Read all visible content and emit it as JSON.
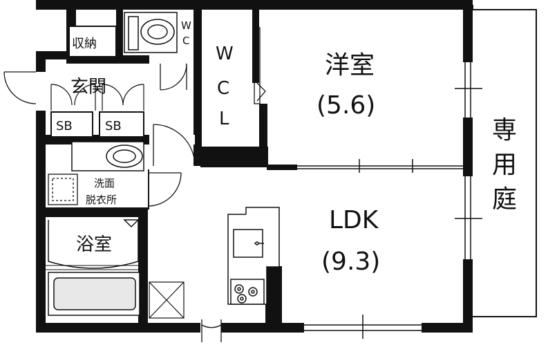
{
  "rooms": {
    "western_room": {
      "name": "洋室",
      "size": "(5.6)"
    },
    "ldk": {
      "name": "LDK",
      "size": "(9.3)"
    },
    "wcl": "W\nC\nL",
    "wc": "W\nC",
    "storage": "収納",
    "entrance": "玄関",
    "shoe_box_left": "SB",
    "shoe_box_right": "SB",
    "washroom": "洗面\n脱衣所",
    "bathroom": "浴室",
    "private_garden": "専\n用\n庭"
  }
}
